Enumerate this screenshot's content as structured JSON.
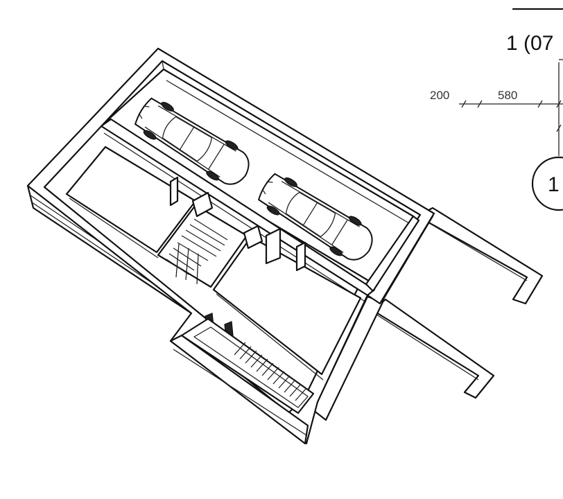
{
  "annotations": {
    "section_label": "1 (07",
    "dimension_left": "200",
    "dimension_right": "580",
    "grid_bubble": "1"
  },
  "elements": {
    "car_count": 2,
    "stair_count": 2
  }
}
